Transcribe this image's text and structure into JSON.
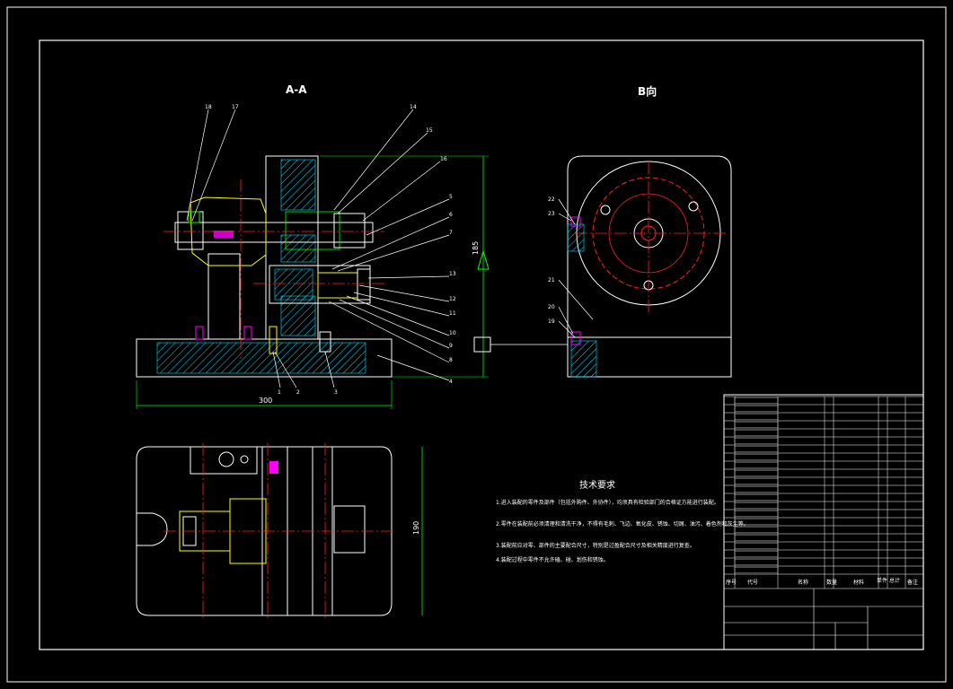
{
  "drawing": {
    "section_label": "A-A",
    "view_label": "B向",
    "dim_width": "300",
    "dim_height_right": "185",
    "dim_height_plan": "190"
  },
  "callouts": {
    "left_top": [
      "18",
      "17"
    ],
    "right_of_section": [
      "14",
      "15",
      "16",
      "5",
      "6",
      "7",
      "13",
      "12",
      "11",
      "10",
      "9",
      "8",
      "4"
    ],
    "bottom": [
      "1",
      "2",
      "3"
    ],
    "bview": [
      "22",
      "23",
      "21",
      "20",
      "19"
    ]
  },
  "tech": {
    "title": "技术要求",
    "lines": [
      "1.进入装配的零件及部件（包括外购件、外协件），均须具有检验部门的合格证方能进行装配。",
      "2.零件在装配前必须清理和清洗干净，不得有毛刺、飞边、氧化皮、锈蚀、切屑、油污、着色剂和灰尘等。",
      "3.装配前应对零、部件的主要配合尺寸，特别是过盈配合尺寸及相关精度进行复查。",
      "4.装配过程中零件不允许磕、碰、划伤和锈蚀。"
    ]
  },
  "bom": {
    "header": [
      "序号",
      "代号",
      "名称",
      "数量",
      "材料",
      "单件",
      "总计",
      "备注"
    ],
    "rows": 22
  },
  "colors": {
    "frame": "#ffffff",
    "outline": "#ffffff",
    "center": "#ff2020",
    "hatch": "#00ffff",
    "yellow": "#ffff00",
    "green": "#00ff00",
    "magenta": "#ff00ff",
    "leader": "#ffffff"
  }
}
